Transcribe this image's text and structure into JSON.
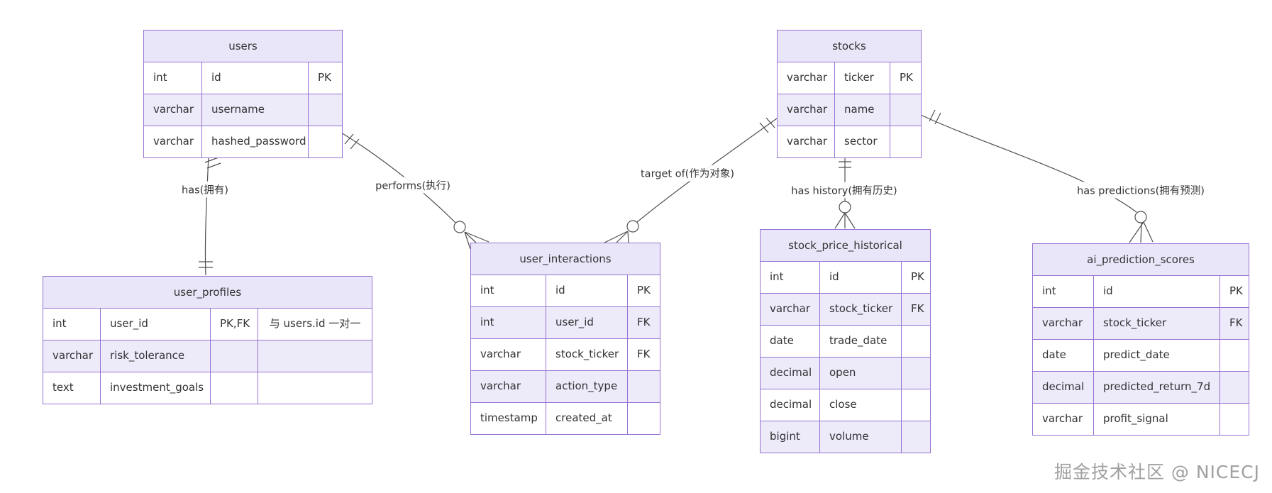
{
  "diagram": {
    "entities": {
      "users": {
        "title": "users",
        "rows": [
          {
            "type": "int",
            "name": "id",
            "key": "PK"
          },
          {
            "type": "varchar",
            "name": "username",
            "key": ""
          },
          {
            "type": "varchar",
            "name": "hashed_password",
            "key": ""
          }
        ]
      },
      "stocks": {
        "title": "stocks",
        "rows": [
          {
            "type": "varchar",
            "name": "ticker",
            "key": "PK"
          },
          {
            "type": "varchar",
            "name": "name",
            "key": ""
          },
          {
            "type": "varchar",
            "name": "sector",
            "key": ""
          }
        ]
      },
      "user_profiles": {
        "title": "user_profiles",
        "rows": [
          {
            "type": "int",
            "name": "user_id",
            "key": "PK,FK",
            "comment": "与 users.id 一对一"
          },
          {
            "type": "varchar",
            "name": "risk_tolerance",
            "key": "",
            "comment": ""
          },
          {
            "type": "text",
            "name": "investment_goals",
            "key": "",
            "comment": ""
          }
        ]
      },
      "user_interactions": {
        "title": "user_interactions",
        "rows": [
          {
            "type": "int",
            "name": "id",
            "key": "PK"
          },
          {
            "type": "int",
            "name": "user_id",
            "key": "FK"
          },
          {
            "type": "varchar",
            "name": "stock_ticker",
            "key": "FK"
          },
          {
            "type": "varchar",
            "name": "action_type",
            "key": ""
          },
          {
            "type": "timestamp",
            "name": "created_at",
            "key": ""
          }
        ]
      },
      "stock_price_historical": {
        "title": "stock_price_historical",
        "rows": [
          {
            "type": "int",
            "name": "id",
            "key": "PK"
          },
          {
            "type": "varchar",
            "name": "stock_ticker",
            "key": "FK"
          },
          {
            "type": "date",
            "name": "trade_date",
            "key": ""
          },
          {
            "type": "decimal",
            "name": "open",
            "key": ""
          },
          {
            "type": "decimal",
            "name": "close",
            "key": ""
          },
          {
            "type": "bigint",
            "name": "volume",
            "key": ""
          }
        ]
      },
      "ai_prediction_scores": {
        "title": "ai_prediction_scores",
        "rows": [
          {
            "type": "int",
            "name": "id",
            "key": "PK"
          },
          {
            "type": "varchar",
            "name": "stock_ticker",
            "key": "FK"
          },
          {
            "type": "date",
            "name": "predict_date",
            "key": ""
          },
          {
            "type": "decimal",
            "name": "predicted_return_7d",
            "key": ""
          },
          {
            "type": "varchar",
            "name": "profit_signal",
            "key": ""
          }
        ]
      }
    },
    "relationships": {
      "users_user_profiles": {
        "from": "users",
        "to": "user_profiles",
        "label": "has(拥有)",
        "cardinality": "one-to-one"
      },
      "users_user_interactions": {
        "from": "users",
        "to": "user_interactions",
        "label": "performs(执行)",
        "cardinality": "one-to-zero-or-many"
      },
      "stocks_user_interactions": {
        "from": "stocks",
        "to": "user_interactions",
        "label": "target of(作为对象)",
        "cardinality": "one-to-zero-or-many"
      },
      "stocks_stock_price_historical": {
        "from": "stocks",
        "to": "stock_price_historical",
        "label": "has history(拥有历史)",
        "cardinality": "one-to-zero-or-many"
      },
      "stocks_ai_prediction_scores": {
        "from": "stocks",
        "to": "ai_prediction_scores",
        "label": "has predictions(拥有预测)",
        "cardinality": "one-to-zero-or-many"
      }
    },
    "colors": {
      "entity_border": "#9673d3",
      "entity_header_fill": "#e9e6f9",
      "entity_row_alt_fill": "#edeafa",
      "entity_row_fill": "#ffffff",
      "line": "#4f4f4f",
      "text": "#333333"
    },
    "watermark": "掘金技术社区 @ NICECJ"
  }
}
